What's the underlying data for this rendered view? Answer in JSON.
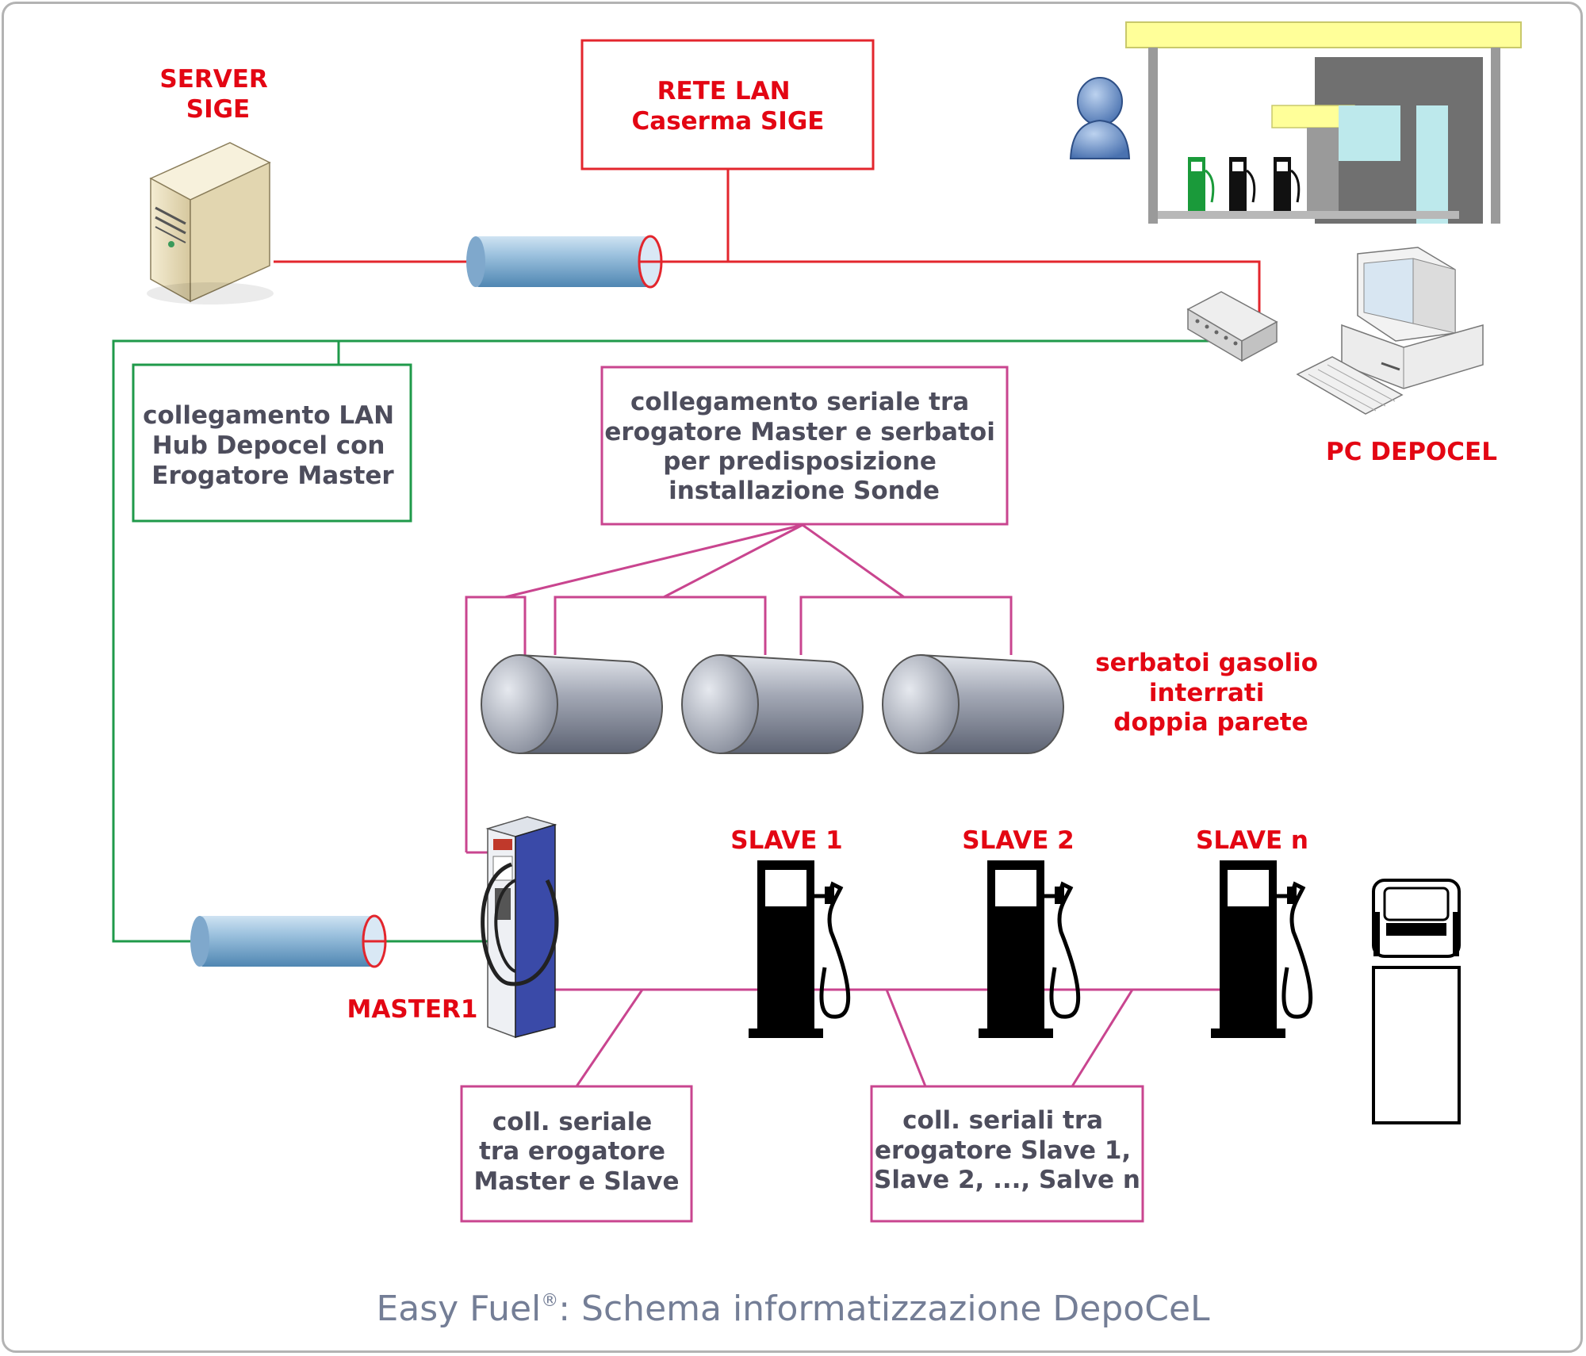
{
  "labels": {
    "server": [
      "SERVER",
      "SIGE"
    ],
    "rete_lan": [
      "RETE LAN",
      "Caserma SIGE"
    ],
    "pc_depocel": "PC DEPOCEL",
    "lan_hub": [
      "collegamento LAN",
      "Hub Depocel con",
      "Erogatore Master"
    ],
    "serial_tanks": [
      "collegamento seriale tra",
      "erogatore Master e serbatoi",
      "per predisposizione",
      "installazione Sonde"
    ],
    "tanks": [
      "serbatoi gasolio",
      "interrati",
      "doppia parete"
    ],
    "master": "MASTER1",
    "slave1": "SLAVE 1",
    "slave2": "SLAVE 2",
    "slaven": "SLAVE n",
    "serial_master_slave": [
      "coll. seriale",
      "tra erogatore",
      "Master e Slave"
    ],
    "serial_slaves": [
      "coll. seriali tra",
      "erogatore Slave 1,",
      "Slave 2, ..., Salve n"
    ]
  },
  "caption": {
    "main": "Easy Fuel",
    "sup": "®",
    "rest": ": Schema informatizzazione DepoCeL"
  },
  "colors": {
    "lan_red": "#e3262d",
    "lan_green": "#1f9a4a",
    "serial_magenta": "#c9458f",
    "label_red": "#e30613",
    "label_grey": "#4d4d5c",
    "caption": "#747e96"
  }
}
